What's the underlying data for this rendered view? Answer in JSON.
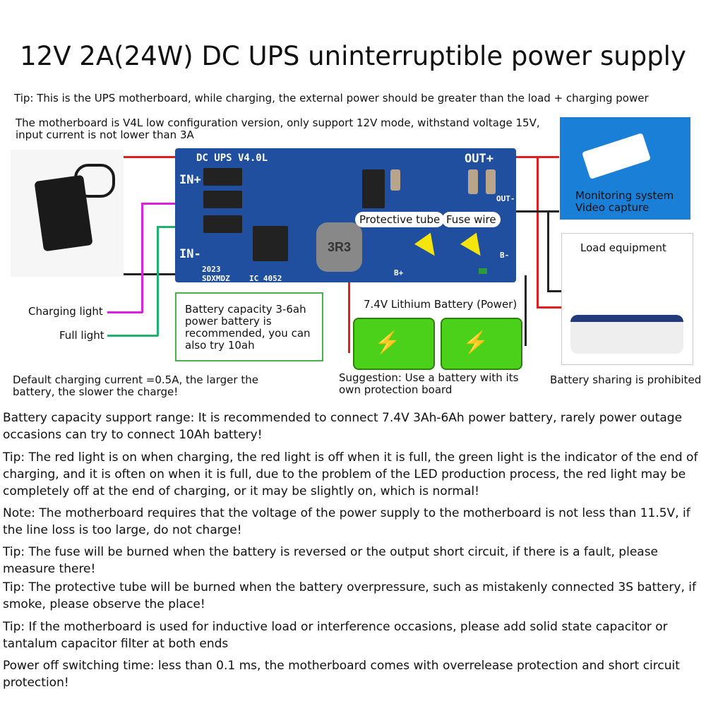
{
  "title": "12V 2A(24W) DC UPS uninterruptible power supply",
  "tip_top": "Tip: This is the UPS motherboard, while charging, the external power should be greater than the load + charging power",
  "version_note": "The motherboard is V4L low configuration version, only support 12V mode, withstand voltage 15V, input current is not lower than 3A",
  "board": {
    "name": "DC UPS V4.0L",
    "in_plus": "IN+",
    "in_minus": "IN-",
    "out_plus": "OUT+",
    "out_minus": "OUT-",
    "b_plus": "B+",
    "b_minus": "B-",
    "year": "2023",
    "maker": "SDXMDZ",
    "ic": "IC 4052",
    "inductor": "3R3"
  },
  "labels": {
    "protective_tube": "Protective tube",
    "fuse_wire": "Fuse wire",
    "monitoring": "Monitoring system\nVideo capture",
    "load_equipment": "Load equipment",
    "charging_light": "Charging light",
    "full_light": "Full light",
    "battery_capacity": "Battery capacity 3-6ah power battery is recommended, you can also try 10ah",
    "battery_label": "7.4V Lithium Battery (Power)",
    "default_current": "Default charging current =0.5A, the larger the battery, the slower the charge!",
    "suggestion": "Suggestion: Use a battery with its own protection board",
    "sharing": "Battery sharing is prohibited"
  },
  "colors": {
    "board": "#1f4f9e",
    "monitor_bg": "#1a7fd6",
    "battery": "#4bd11a",
    "arrow": "#f5e50a",
    "charging_wire": "#e020e0",
    "full_wire": "#20b070",
    "red_wire": "#e02020"
  },
  "notes": [
    "Battery capacity support range: It is recommended to connect 7.4V 3Ah-6Ah power battery, rarely power outage occasions can try to connect 10Ah battery!",
    "Tip: The red light is on when charging, the red light is off when it is full, the green light is the indicator of the end of charging, and it is often on when it is full, due to the problem of the LED production process, the red light may be completely off at the end of charging, or it may be slightly on, which is normal!",
    "Note: The motherboard requires that the voltage of the power supply to the motherboard is not less than 11.5V, if the line loss is too large, do not charge!",
    "Tip: The fuse will be burned when the battery is reversed or the output short circuit, if there is a fault, please measure there!",
    "Tip: The protective tube will be burned when the battery overpressure, such as mistakenly connected 3S battery, if smoke, please observe the place!",
    "Tip: If the motherboard is used for inductive load or interference occasions, please add solid state capacitor or tantalum capacitor filter at both ends",
    "Power off switching time: less than 0.1 ms, the motherboard comes with overrelease protection and short circuit protection!"
  ]
}
